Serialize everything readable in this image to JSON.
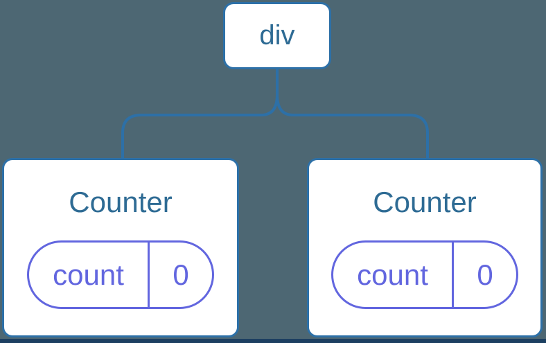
{
  "diagram": {
    "root_node": {
      "label": "div"
    },
    "children": [
      {
        "title": "Counter",
        "state_pill": {
          "key": "count",
          "value": "0"
        }
      },
      {
        "title": "Counter",
        "state_pill": {
          "key": "count",
          "value": "0"
        }
      }
    ]
  },
  "colors": {
    "background": "#4d6773",
    "connector_blue": "#2d70a7",
    "node_background": "#ffffff",
    "label_blue": "#2e6b94",
    "state_purple": "#6266df",
    "bottom_strip_navy": "#1c3f61"
  }
}
